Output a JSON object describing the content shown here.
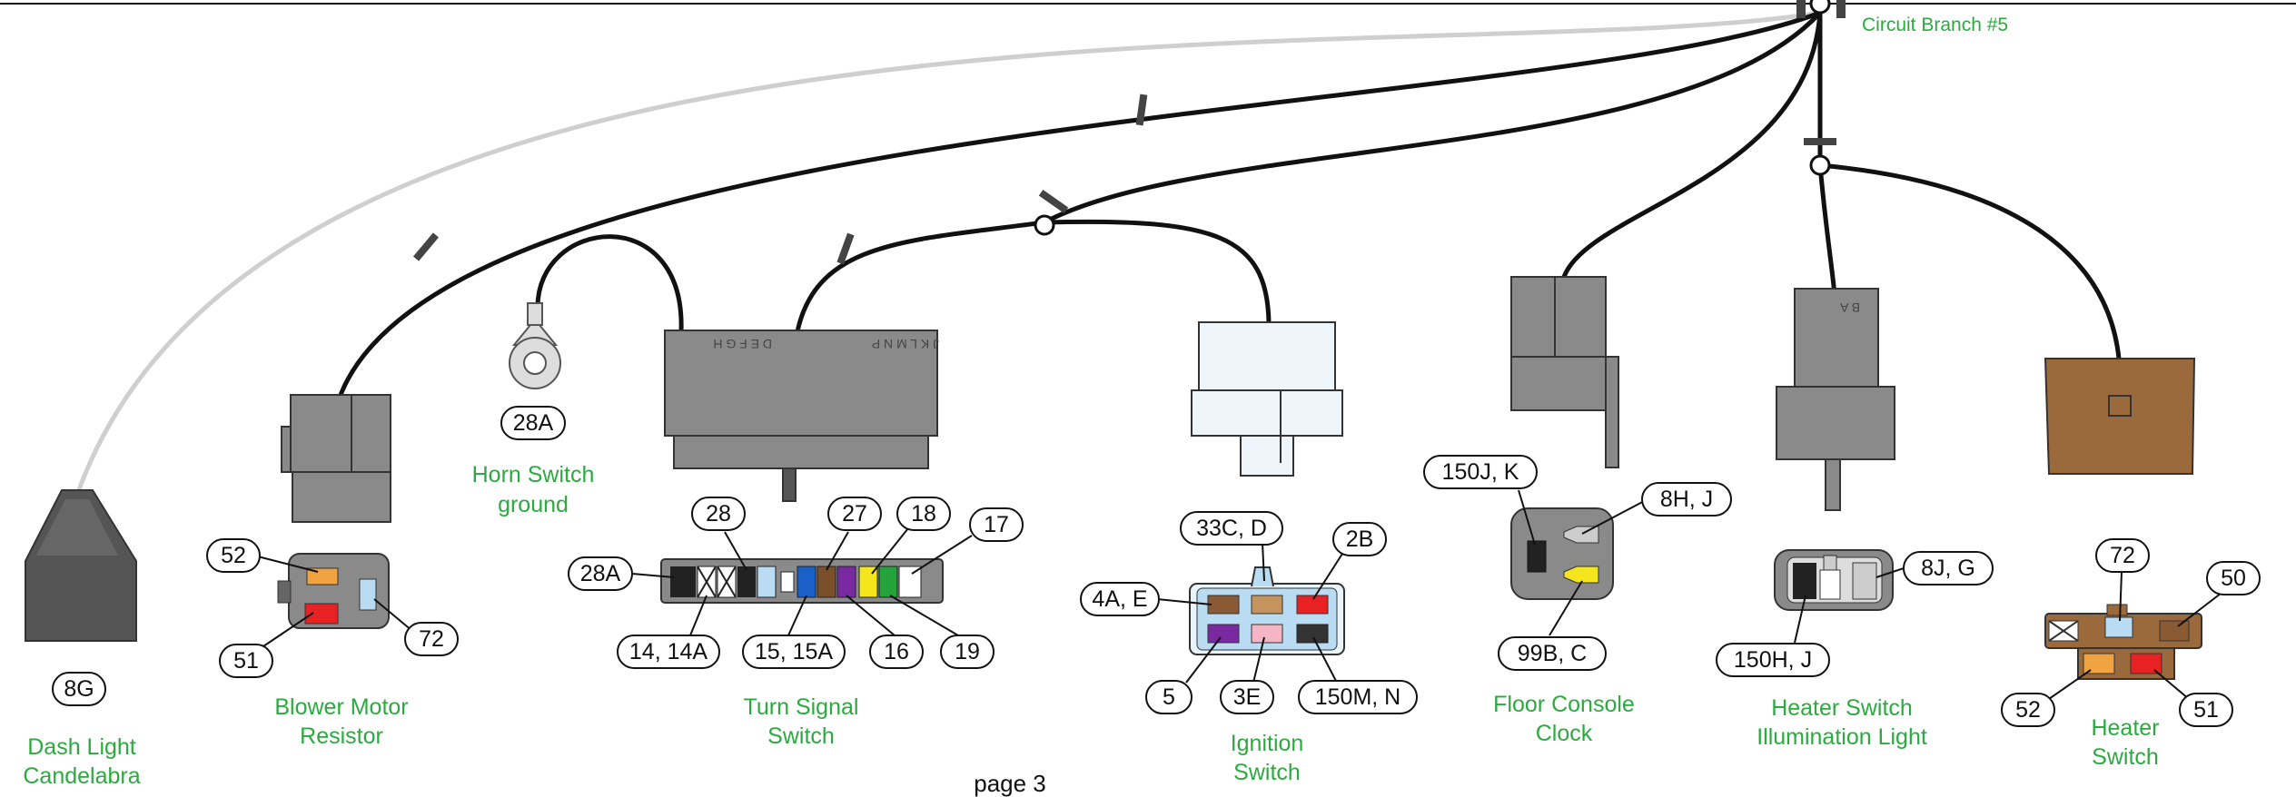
{
  "branch_label": "Circuit Branch #5",
  "page_label": "page 3",
  "colors": {
    "label": "#2bab3f",
    "wire": "#111111",
    "wire_light": "#cfcfcf",
    "connector": "#8a8a8a",
    "connector_dark": "#555555",
    "heater_brown": "#9a6a3c"
  },
  "components": {
    "dash_light": {
      "name_line1": "Dash Light",
      "name_line2": "Candelabra",
      "pill": "8G"
    },
    "blower": {
      "name_line1": "Blower Motor",
      "name_line2": "Resistor",
      "pills": [
        "52",
        "51",
        "72"
      ]
    },
    "horn": {
      "name_line1": "Horn Switch",
      "name_line2": "ground",
      "pill": "28A"
    },
    "turn_signal": {
      "name_line1": "Turn Signal",
      "name_line2": "Switch",
      "pins_left": "D  E  F  G  H",
      "pins_right": "J  K  L  M  N  P",
      "pills_top": [
        "28A",
        "28",
        "27",
        "18",
        "17"
      ],
      "pills_bottom": [
        "14, 14A",
        "15, 15A",
        "16",
        "19"
      ]
    },
    "ignition": {
      "name_line1": "Ignition",
      "name_line2": "Switch",
      "pills": [
        "33C, D",
        "2B",
        "4A, E",
        "5",
        "3E",
        "150M, N"
      ]
    },
    "clock": {
      "name_line1": "Floor Console",
      "name_line2": "Clock",
      "pills": [
        "150J, K",
        "8H, J",
        "99B, C"
      ]
    },
    "heater_light": {
      "name_line1": "Heater Switch",
      "name_line2": "Illumination Light",
      "pins": "B    A",
      "pills": [
        "8J, G",
        "150H, J"
      ]
    },
    "heater_switch": {
      "name_line1": "Heater",
      "name_line2": "Switch",
      "pills": [
        "72",
        "50",
        "52",
        "51"
      ]
    }
  }
}
